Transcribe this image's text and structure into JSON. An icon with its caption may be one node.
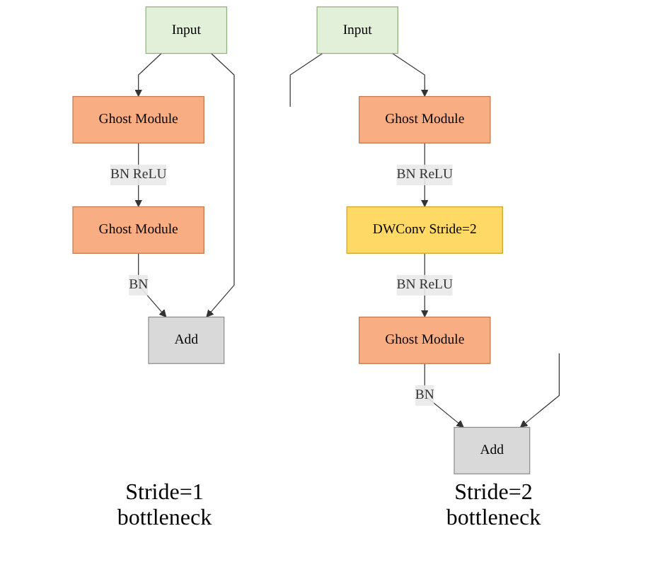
{
  "diagram": {
    "nodes": [
      {
        "text": [
          "Input"
        ]
      },
      {
        "text": [
          "Ghost Module"
        ]
      },
      {
        "text": [
          "Ghost Module"
        ]
      },
      {
        "text": [
          "Add"
        ]
      },
      {
        "text": [
          "Input"
        ]
      },
      {
        "text": [
          "Ghost Module"
        ]
      },
      {
        "text": [
          "DWConv Stride=2"
        ]
      },
      {
        "text": [
          "Ghost Module"
        ]
      },
      {
        "text": [
          "Add"
        ]
      }
    ],
    "edges": [
      {
        "from": 0,
        "to": 1,
        "arrow": "to"
      },
      {
        "from": 1,
        "to": 2,
        "arrow": "to",
        "label": "BN ReLU"
      },
      {
        "from": 2,
        "to": 3,
        "arrow": "to",
        "label": "BN"
      },
      {
        "from": 0,
        "to": 3,
        "arrow": "to"
      },
      {
        "from": 4,
        "to": 5,
        "arrow": "to"
      },
      {
        "from": 5,
        "to": 6,
        "arrow": "to",
        "label": "BN ReLU"
      },
      {
        "from": 6,
        "to": 7,
        "arrow": "to",
        "label": "BN ReLU"
      },
      {
        "from": 7,
        "to": 8,
        "arrow": "to",
        "label": "BN"
      },
      {
        "from": 4,
        "to": null,
        "arrow": "none"
      },
      {
        "from": null,
        "to": 8,
        "arrow": "to"
      }
    ],
    "labels": [
      "Stride=1 bottleneck",
      "Stride=2 bottleneck"
    ]
  }
}
